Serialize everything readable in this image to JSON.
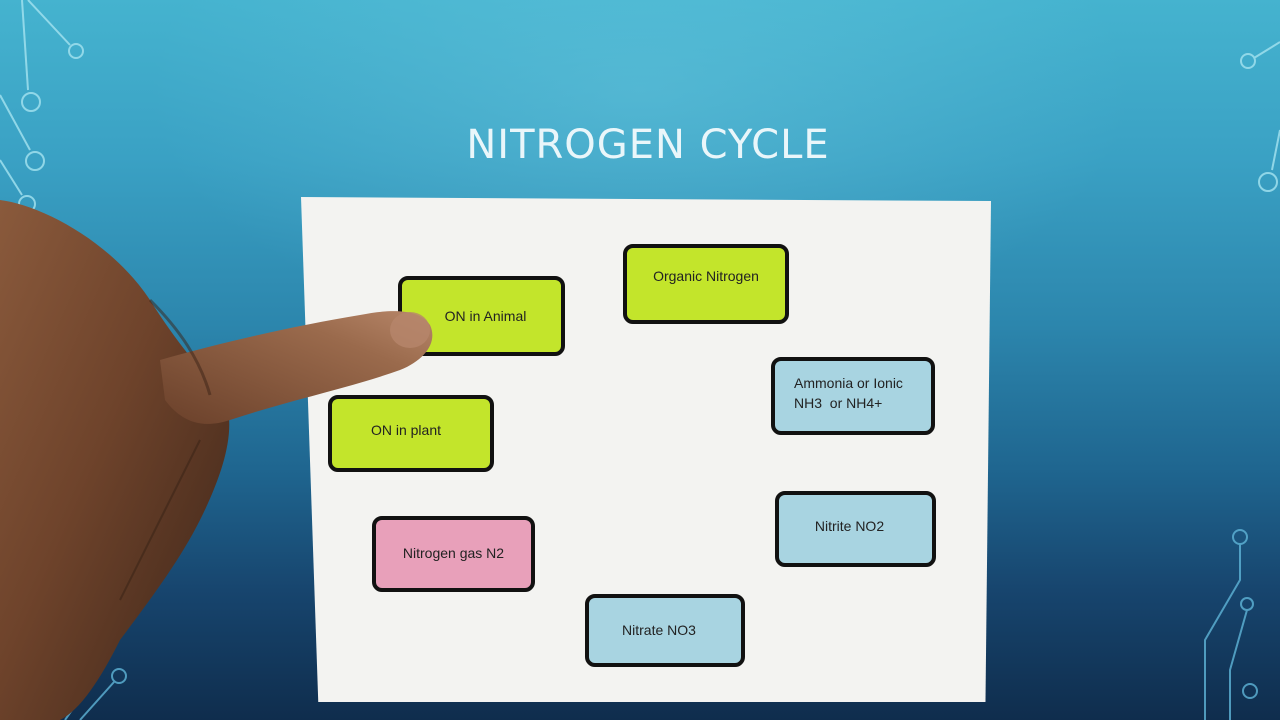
{
  "slide": {
    "title": "NITROGEN CYCLE"
  },
  "nodes": {
    "on_in_animal": "ON in Animal",
    "organic_nitrogen": "Organic Nitrogen",
    "ammonia_line1": "Ammonia or Ionic",
    "ammonia_line2": "NH3  or NH4+",
    "on_in_plant": "ON in plant",
    "nitrite": "Nitrite NO2",
    "nitrogen_gas": "Nitrogen gas N2",
    "nitrate": "Nitrate NO3"
  },
  "colors": {
    "organic": "#c3e52b",
    "inorganic": "#a8d4e1",
    "gas": "#e8a0ba",
    "background_top": "#45b3cf",
    "background_bottom": "#0f2d4d"
  }
}
